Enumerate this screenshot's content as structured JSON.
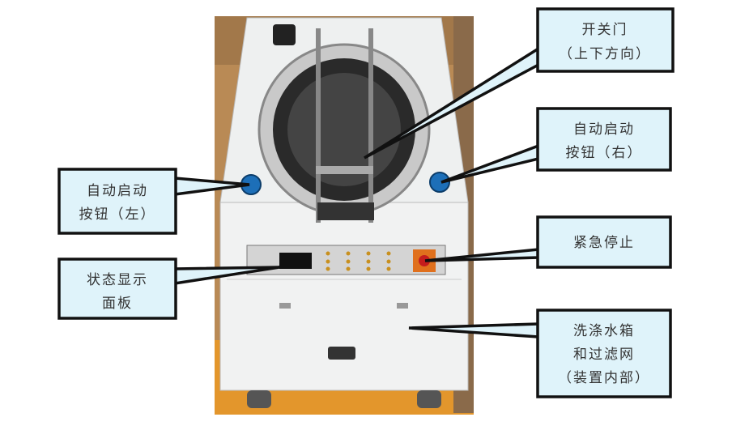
{
  "callouts": {
    "door": {
      "lines": [
        "开关门",
        "（上下方向）"
      ]
    },
    "auto_start_right": {
      "lines": [
        "自动启动",
        "按钮（右）"
      ]
    },
    "auto_start_left": {
      "lines": [
        "自动启动",
        "按钮（左）"
      ]
    },
    "emergency_stop": {
      "lines": [
        "紧急停止"
      ]
    },
    "status_panel": {
      "lines": [
        "状态显示",
        "面板"
      ]
    },
    "wash_tank": {
      "lines": [
        "洗涤水箱",
        "和过滤网",
        "（装置内部）"
      ]
    }
  },
  "colors": {
    "callout_fill": "#dff3fa",
    "callout_stroke": "#111111",
    "machine_body": "#f1f2f2",
    "button_blue": "#1d6fb8",
    "stop_orange": "#e0701d"
  }
}
